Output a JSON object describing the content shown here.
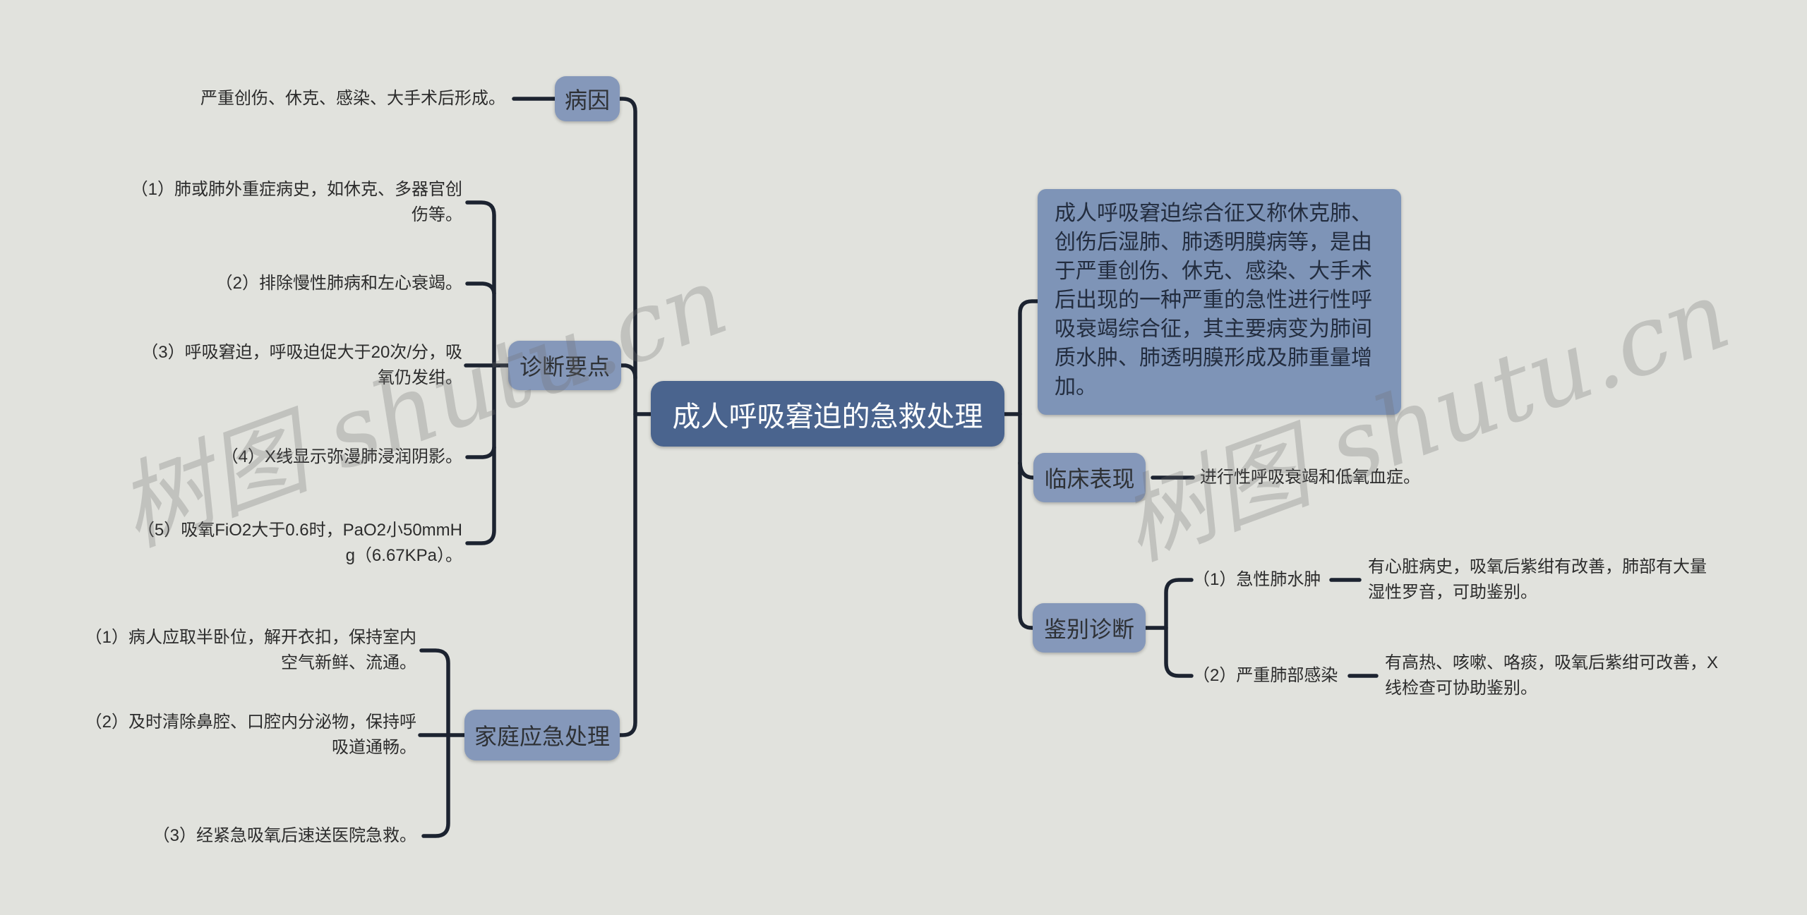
{
  "canvas": {
    "background": "#e1e2dd",
    "line_color": "#1c2330"
  },
  "root": {
    "label": "成人呼吸窘迫的急救处理",
    "bg": "#4a648e",
    "text_color": "#ffffff"
  },
  "watermark": {
    "text": "树图 shutu.cn"
  },
  "node_bg": "#8598ba",
  "overview_bg": "#7e94b7",
  "branches": {
    "cause": {
      "label": "病因",
      "item": "严重创伤、休克、感染、大手术后形成。"
    },
    "diagnosis": {
      "label": "诊断要点",
      "items": [
        "（1）肺或肺外重症病史，如休克、多器官创\n伤等。",
        "（2）排除慢性肺病和左心衰竭。",
        "（3）呼吸窘迫，呼吸迫促大于20次/分，吸\n氧仍发绀。",
        "（4）X线显示弥漫肺浸润阴影。",
        "（5）吸氧FiO2大于0.6时，PaO2小50mmH\ng（6.67KPa）。"
      ]
    },
    "home_care": {
      "label": "家庭应急处理",
      "items": [
        "（1）病人应取半卧位，解开衣扣，保持室内\n空气新鲜、流通。",
        "（2）及时清除鼻腔、口腔内分泌物，保持呼\n吸道通畅。",
        "（3）经紧急吸氧后速送医院急救。"
      ]
    },
    "overview": {
      "text": "成人呼吸窘迫综合征又称休克肺、\n创伤后湿肺、肺透明膜病等，是由\n于严重创伤、休克、感染、大手术\n后出现的一种严重的急性进行性呼\n吸衰竭综合征，其主要病变为肺间\n质水肿、肺透明膜形成及肺重量增\n加。"
    },
    "clinical": {
      "label": "临床表现",
      "item": "进行性呼吸衰竭和低氧血症。"
    },
    "differential": {
      "label": "鉴别诊断",
      "items": [
        {
          "name": "（1）急性肺水肿",
          "desc": "有心脏病史，吸氧后紫绀有改善，肺部有大量\n湿性罗音，可助鉴别。"
        },
        {
          "name": "（2）严重肺部感染",
          "desc": "有高热、咳嗽、咯痰，吸氧后紫绀可改善，X\n线检查可协助鉴别。"
        }
      ]
    }
  }
}
